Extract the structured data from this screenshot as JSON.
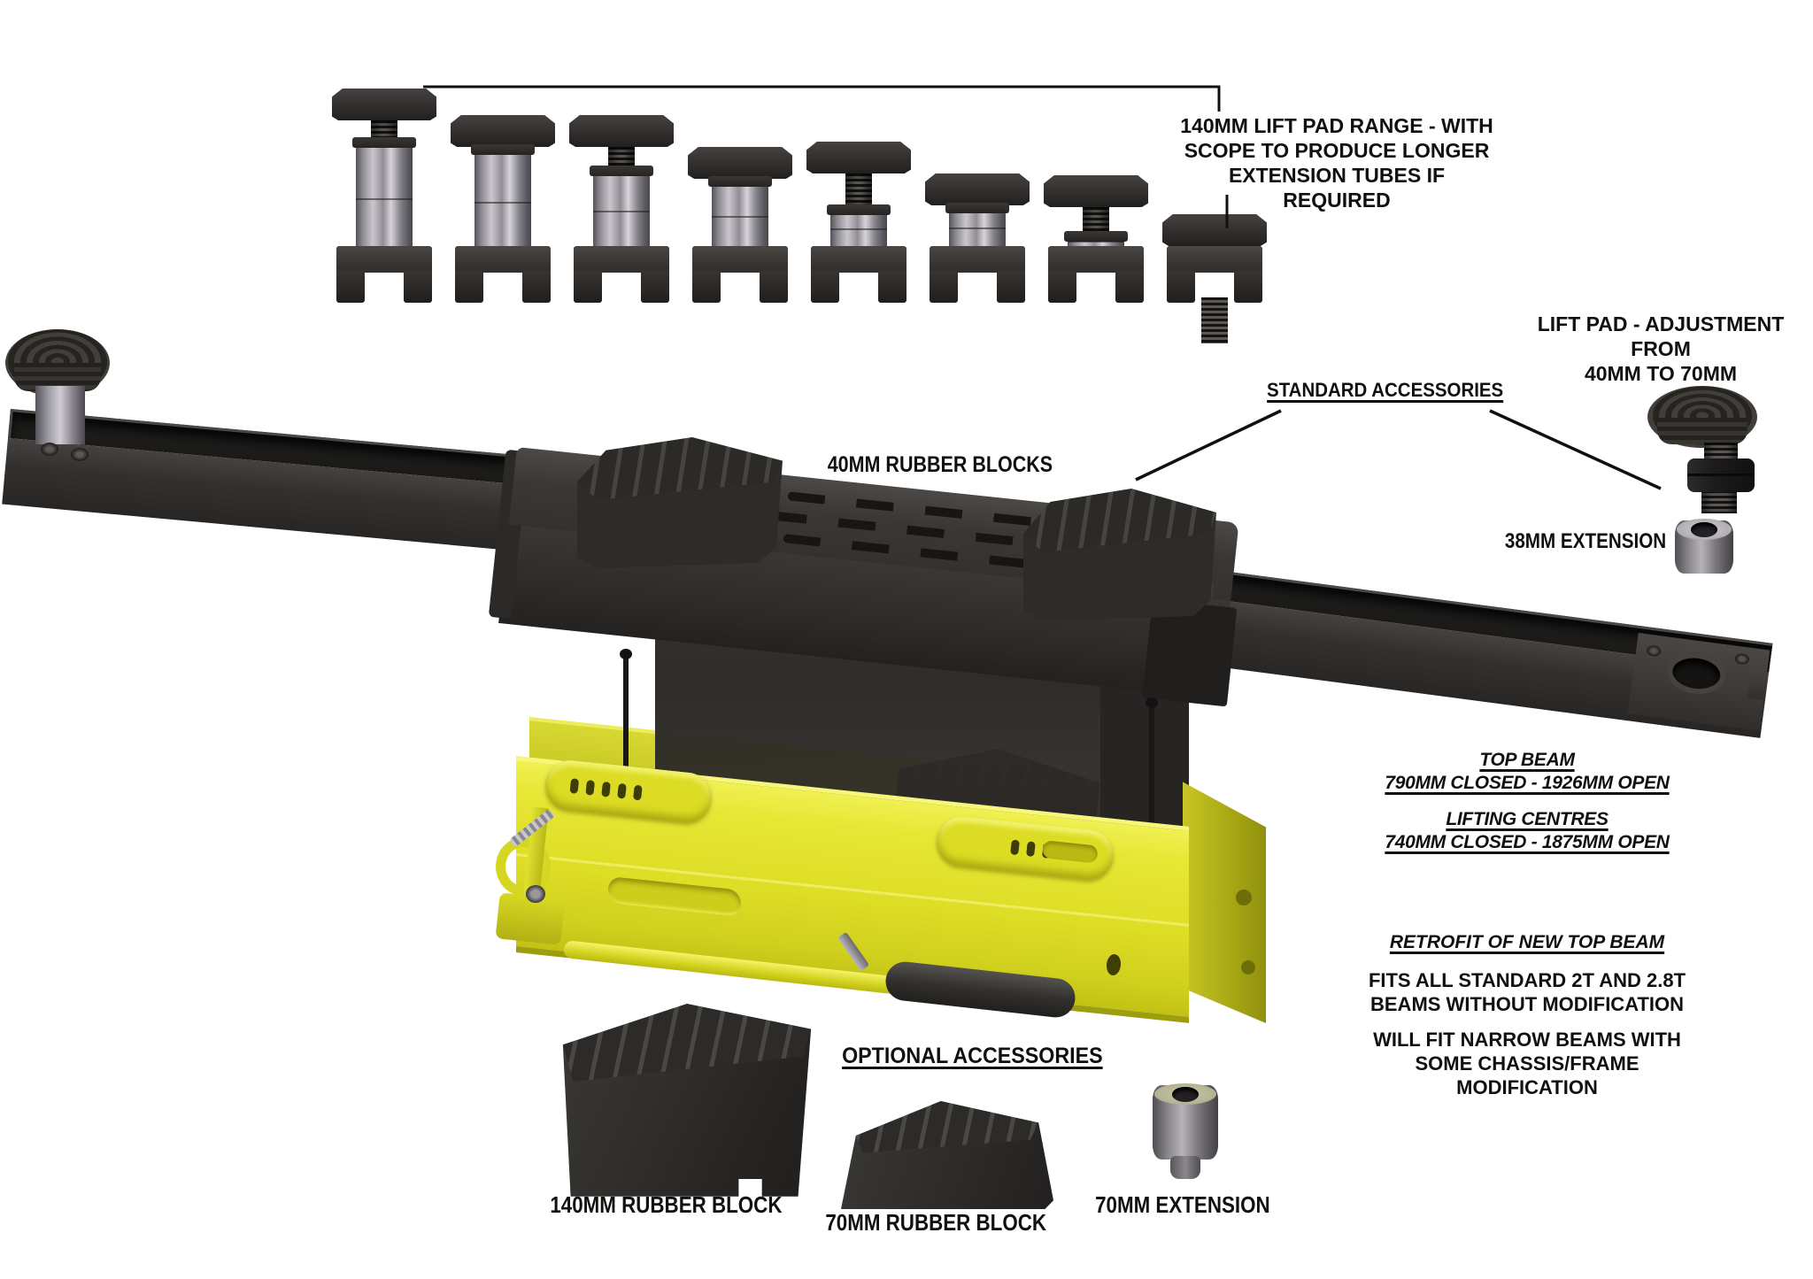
{
  "annotations": {
    "lift_pad_range": {
      "lines": [
        "140MM LIFT PAD RANGE - WITH",
        "SCOPE TO PRODUCE LONGER",
        "EXTENSION TUBES IF REQUIRED"
      ]
    },
    "lift_pad_adjustment": {
      "lines": [
        "LIFT PAD - ADJUSTMENT FROM",
        "40MM TO 70MM"
      ]
    },
    "standard_accessories": {
      "label": "STANDARD ACCESSORIES"
    },
    "rubber_blocks_40mm": {
      "label": "40MM RUBBER BLOCKS"
    },
    "extension_38mm": {
      "label": "38MM EXTENSION"
    },
    "optional_accessories": {
      "label": "OPTIONAL ACCESSORIES"
    },
    "rubber_block_140mm": {
      "label": "140MM RUBBER BLOCK"
    },
    "rubber_block_70mm": {
      "label": "70MM RUBBER BLOCK"
    },
    "extension_70mm": {
      "label": "70MM EXTENSION"
    }
  },
  "specs": {
    "top_beam": {
      "title": "TOP BEAM",
      "value": "790MM CLOSED - 1926MM OPEN"
    },
    "lifting_centres": {
      "title": "LIFTING CENTRES",
      "value": "740MM CLOSED - 1875MM OPEN"
    },
    "retrofit": {
      "title": "RETROFIT OF NEW TOP BEAM",
      "fit_note_lines": [
        "FITS ALL STANDARD 2T AND 2.8T",
        "BEAMS WITHOUT MODIFICATION"
      ],
      "narrow_note_lines": [
        "WILL FIT NARROW BEAMS WITH",
        "SOME CHASSIS/FRAME",
        "MODIFICATION"
      ]
    }
  },
  "lift_pad_row": {
    "description": "140mm lift pad range shown at decreasing extension heights",
    "pads": [
      {
        "name": "lift-pad-1",
        "cylinder_h": 120,
        "thread_h": 22,
        "tail_h": 0
      },
      {
        "name": "lift-pad-2",
        "cylinder_h": 112,
        "thread_h": 0,
        "tail_h": 0
      },
      {
        "name": "lift-pad-3",
        "cylinder_h": 88,
        "thread_h": 24,
        "tail_h": 0
      },
      {
        "name": "lift-pad-4",
        "cylinder_h": 76,
        "thread_h": 0,
        "tail_h": 0
      },
      {
        "name": "lift-pad-5",
        "cylinder_h": 44,
        "thread_h": 38,
        "tail_h": 0
      },
      {
        "name": "lift-pad-6",
        "cylinder_h": 46,
        "thread_h": 0,
        "tail_h": 0
      },
      {
        "name": "lift-pad-7",
        "cylinder_h": 14,
        "thread_h": 30,
        "tail_h": 0
      },
      {
        "name": "lift-pad-8",
        "cylinder_h": 0,
        "thread_h": 0,
        "tail_h": 52
      }
    ]
  },
  "colors": {
    "text": "#101010",
    "line": "#101010",
    "dark_metal": "#322f2d",
    "darker_metal": "#232120",
    "rubber": "#2e2c2a",
    "chrome_light": "#c9c6cd",
    "chrome_dark": "#5b5860",
    "yellow": "#e4e42e",
    "yellow_dark": "#a8a814",
    "yellow_light": "#f4f468"
  }
}
